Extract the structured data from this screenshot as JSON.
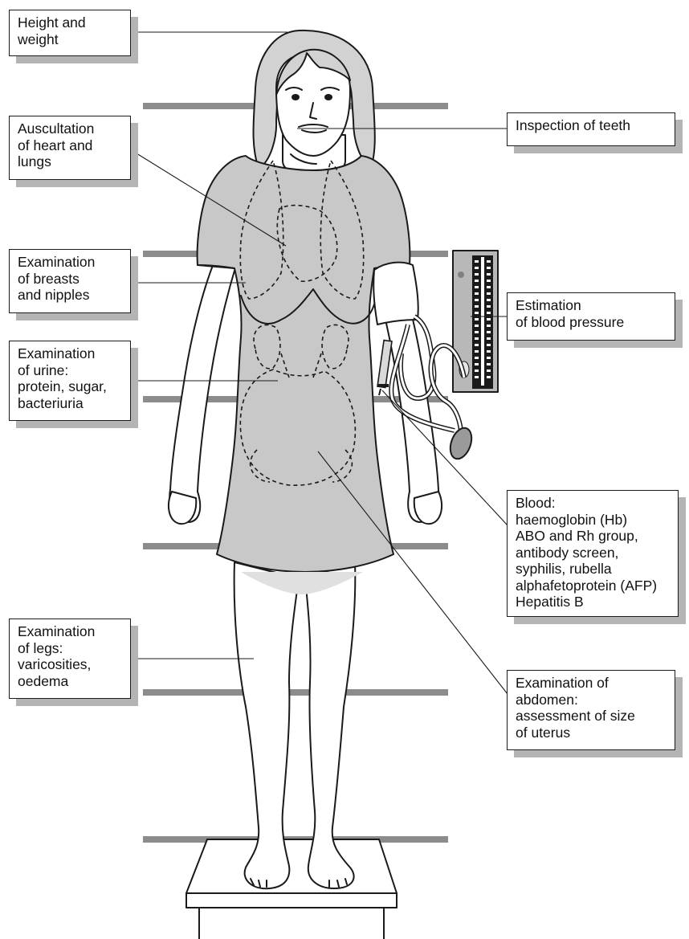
{
  "labels": {
    "height_weight": [
      "Height and",
      "weight"
    ],
    "auscultation": [
      "Auscultation",
      "of heart and",
      "lungs"
    ],
    "breasts": [
      "Examination",
      "of breasts",
      "and nipples"
    ],
    "urine": [
      "Examination",
      "of urine:",
      "protein, sugar,",
      "bacteriuria"
    ],
    "legs": [
      "Examination",
      "of legs:",
      "varicosities,",
      "oedema"
    ],
    "teeth": [
      "Inspection of teeth"
    ],
    "blood_pressure": [
      "Estimation",
      "of blood  pressure"
    ],
    "blood": [
      "Blood:",
      "haemoglobin (Hb)",
      "ABO and Rh group,",
      "antibody screen,",
      "syphilis, rubella",
      "alphafetoprotein (AFP)",
      "Hepatitis B"
    ],
    "abdomen": [
      "Examination of",
      "abdomen:",
      "assessment of size",
      "of uterus"
    ]
  },
  "colors": {
    "dress": "#c8c8c8",
    "skin": "#ffffff",
    "hair": "#d2d2d2",
    "ruler": "#8c8c8c",
    "shadow": "#b4b4b4"
  }
}
